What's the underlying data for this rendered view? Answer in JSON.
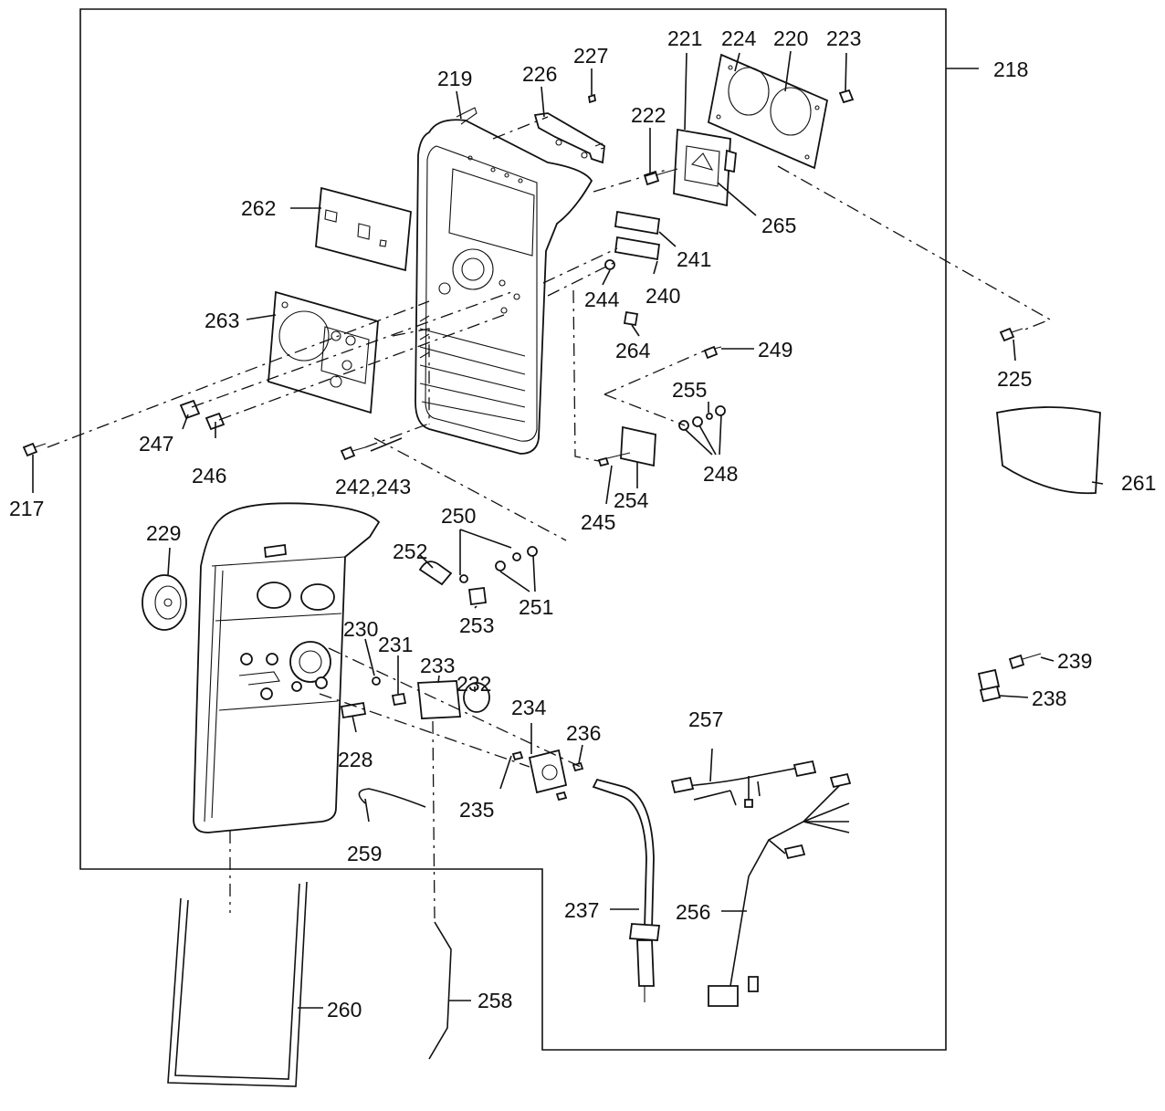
{
  "diagram": {
    "labels": [
      {
        "id": "p217",
        "text": "217"
      },
      {
        "id": "p218",
        "text": "218"
      },
      {
        "id": "p219",
        "text": "219"
      },
      {
        "id": "p220",
        "text": "220"
      },
      {
        "id": "p221",
        "text": "221"
      },
      {
        "id": "p222",
        "text": "222"
      },
      {
        "id": "p223",
        "text": "223"
      },
      {
        "id": "p224",
        "text": "224"
      },
      {
        "id": "p225",
        "text": "225"
      },
      {
        "id": "p226",
        "text": "226"
      },
      {
        "id": "p227",
        "text": "227"
      },
      {
        "id": "p228",
        "text": "228"
      },
      {
        "id": "p229",
        "text": "229"
      },
      {
        "id": "p230",
        "text": "230"
      },
      {
        "id": "p231",
        "text": "231"
      },
      {
        "id": "p232",
        "text": "232"
      },
      {
        "id": "p233",
        "text": "233"
      },
      {
        "id": "p234",
        "text": "234"
      },
      {
        "id": "p235",
        "text": "235"
      },
      {
        "id": "p236",
        "text": "236"
      },
      {
        "id": "p237",
        "text": "237"
      },
      {
        "id": "p238",
        "text": "238"
      },
      {
        "id": "p239",
        "text": "239"
      },
      {
        "id": "p240",
        "text": "240"
      },
      {
        "id": "p241",
        "text": "241"
      },
      {
        "id": "p242_243",
        "text": "242,243"
      },
      {
        "id": "p244",
        "text": "244"
      },
      {
        "id": "p245",
        "text": "245"
      },
      {
        "id": "p246",
        "text": "246"
      },
      {
        "id": "p247",
        "text": "247"
      },
      {
        "id": "p248",
        "text": "248"
      },
      {
        "id": "p249",
        "text": "249"
      },
      {
        "id": "p250",
        "text": "250"
      },
      {
        "id": "p251",
        "text": "251"
      },
      {
        "id": "p252",
        "text": "252"
      },
      {
        "id": "p253",
        "text": "253"
      },
      {
        "id": "p254",
        "text": "254"
      },
      {
        "id": "p255",
        "text": "255"
      },
      {
        "id": "p256",
        "text": "256"
      },
      {
        "id": "p257",
        "text": "257"
      },
      {
        "id": "p258",
        "text": "258"
      },
      {
        "id": "p259",
        "text": "259"
      },
      {
        "id": "p260",
        "text": "260"
      },
      {
        "id": "p261",
        "text": "261"
      },
      {
        "id": "p262",
        "text": "262"
      },
      {
        "id": "p263",
        "text": "263"
      },
      {
        "id": "p264",
        "text": "264"
      },
      {
        "id": "p265",
        "text": "265"
      }
    ]
  }
}
